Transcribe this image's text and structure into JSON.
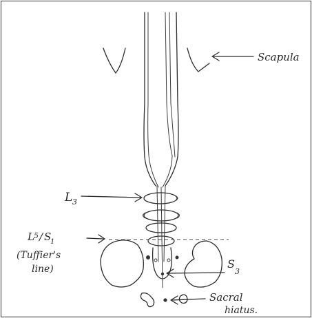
{
  "labels": {
    "scapula": "Scapula",
    "l3_main": "L",
    "l3_sub": "3",
    "l5s1_l": "L",
    "l5s1_5": "5",
    "l5s1_slash": "/",
    "l5s1_s": "S",
    "l5s1_1": "1",
    "tuffier_line1": "(Tuffier's",
    "tuffier_line2": "line)",
    "s3_main": "S",
    "s3_sub": "3",
    "sacral_line1": "Sacral",
    "sacral_line2": "hiatus."
  }
}
